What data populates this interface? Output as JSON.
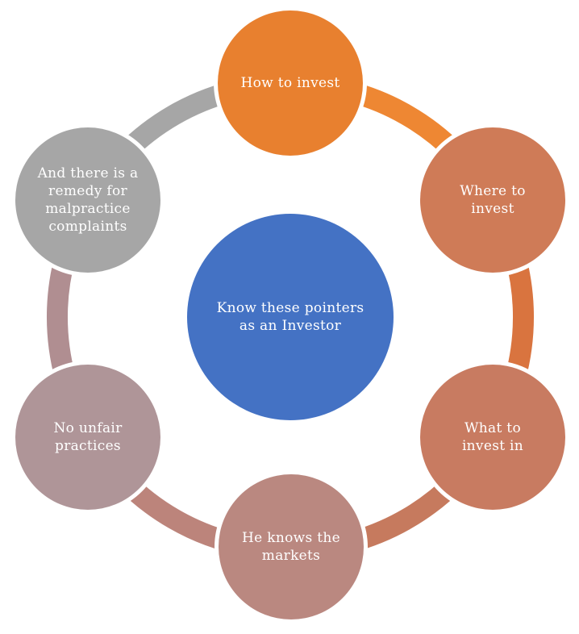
{
  "diagram": {
    "type": "cycle",
    "background": "#FFFFFF",
    "text_color": "#FFFFFF",
    "center": {
      "id": "center",
      "label": "Know these pointers as an Investor",
      "color": "#4472C4"
    },
    "nodes": [
      {
        "id": "how-to-invest",
        "position": "top",
        "label": "How to invest",
        "color": "#E8802F"
      },
      {
        "id": "where-to-invest",
        "position": "upper-right",
        "label": "Where to invest",
        "color": "#CF7B57"
      },
      {
        "id": "what-to-invest-in",
        "position": "lower-right",
        "label": "What to invest in",
        "color": "#C87B61"
      },
      {
        "id": "he-knows-the-markets",
        "position": "bottom",
        "label": "He knows the markets",
        "color": "#BA8880"
      },
      {
        "id": "no-unfair-practices",
        "position": "lower-left",
        "label": "No unfair practices",
        "color": "#AF9598"
      },
      {
        "id": "remedy-for-malpractice",
        "position": "upper-left",
        "label": "And there is a remedy for malpractice complaints",
        "color": "#A6A6A6"
      }
    ],
    "ring_segments": [
      {
        "from": "how-to-invest",
        "to": "where-to-invest",
        "color": "#EE8733"
      },
      {
        "from": "where-to-invest",
        "to": "what-to-invest-in",
        "color": "#D9743F"
      },
      {
        "from": "what-to-invest-in",
        "to": "he-knows-the-markets",
        "color": "#C67A5E"
      },
      {
        "from": "he-knows-the-markets",
        "to": "no-unfair-practices",
        "color": "#BC847B"
      },
      {
        "from": "no-unfair-practices",
        "to": "remedy-for-malpractice",
        "color": "#B08E91"
      },
      {
        "from": "remedy-for-malpractice",
        "to": "how-to-invest",
        "color": "#A6A6A6"
      }
    ]
  }
}
